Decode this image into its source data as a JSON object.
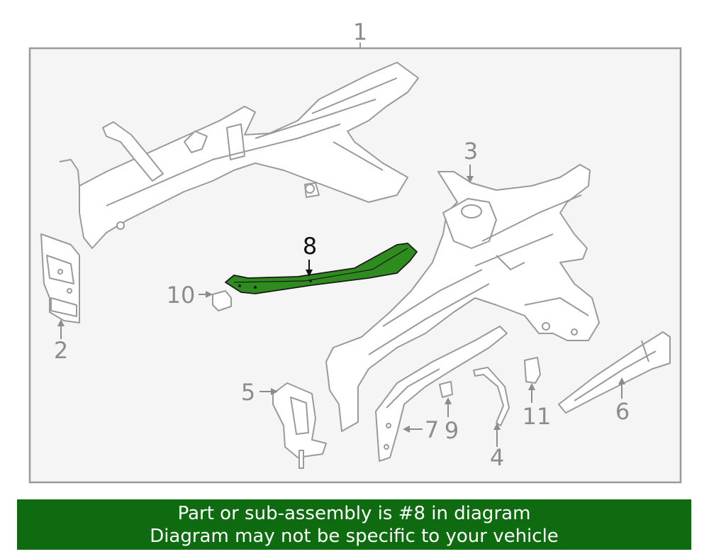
{
  "diagram": {
    "callouts": {
      "c1": "1",
      "c2": "2",
      "c3": "3",
      "c4": "4",
      "c5": "5",
      "c6": "6",
      "c7": "7",
      "c8": "8",
      "c9": "9",
      "c10": "10",
      "c11": "11"
    },
    "highlight_part": "8",
    "colors": {
      "highlight_fill": "#2e8b1e",
      "line": "#9a9a9a",
      "frame_fill": "#f5f5f5",
      "banner": "#0f6b0f"
    }
  },
  "banner": {
    "line1": "Part or sub-assembly is #8 in diagram",
    "line2": "Diagram may not be specific to your vehicle"
  }
}
